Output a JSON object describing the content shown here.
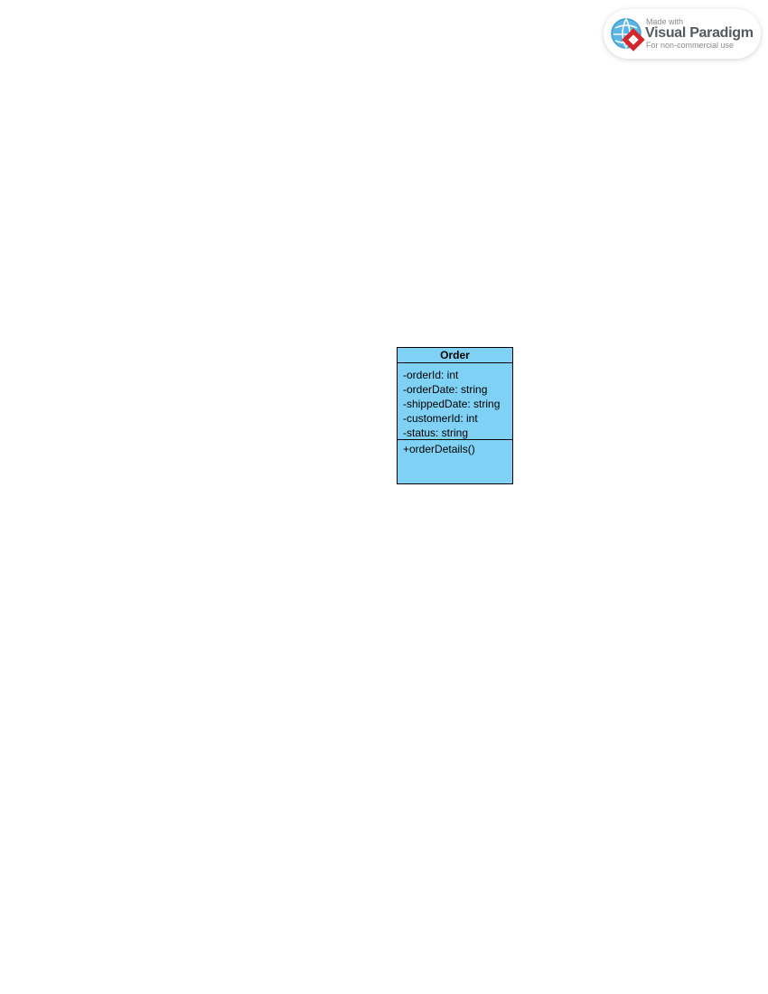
{
  "watermark": {
    "made_with": "Made with",
    "brand": "Visual Paradigm",
    "note": "For non-commercial use",
    "logo_icon": "visual-paradigm-logo-icon"
  },
  "class": {
    "name": "Order",
    "attributes": [
      "-orderId: int",
      "-orderDate: string",
      "-shippedDate: string",
      "-customerId: int",
      "-status: string"
    ],
    "operations": [
      "+orderDetails()"
    ],
    "fill_color": "#7fd2f5",
    "border_color": "#000000"
  }
}
